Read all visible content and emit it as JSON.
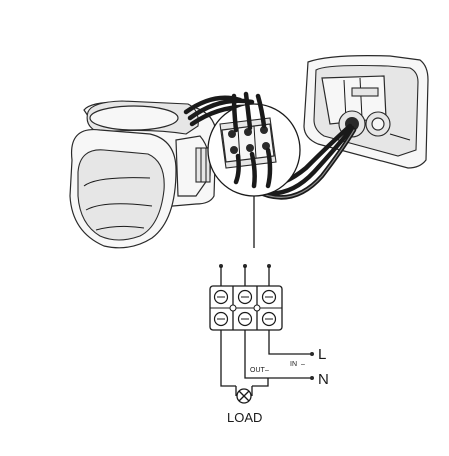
{
  "labels": {
    "line": "L",
    "neutral": "N",
    "in": "IN",
    "out": "OUT",
    "load": "LOAD"
  },
  "icons": {
    "sensor": "motion-sensor-housing",
    "mount": "wall-mount-bracket",
    "terminals": "terminal-block",
    "lamp": "lamp-symbol"
  }
}
